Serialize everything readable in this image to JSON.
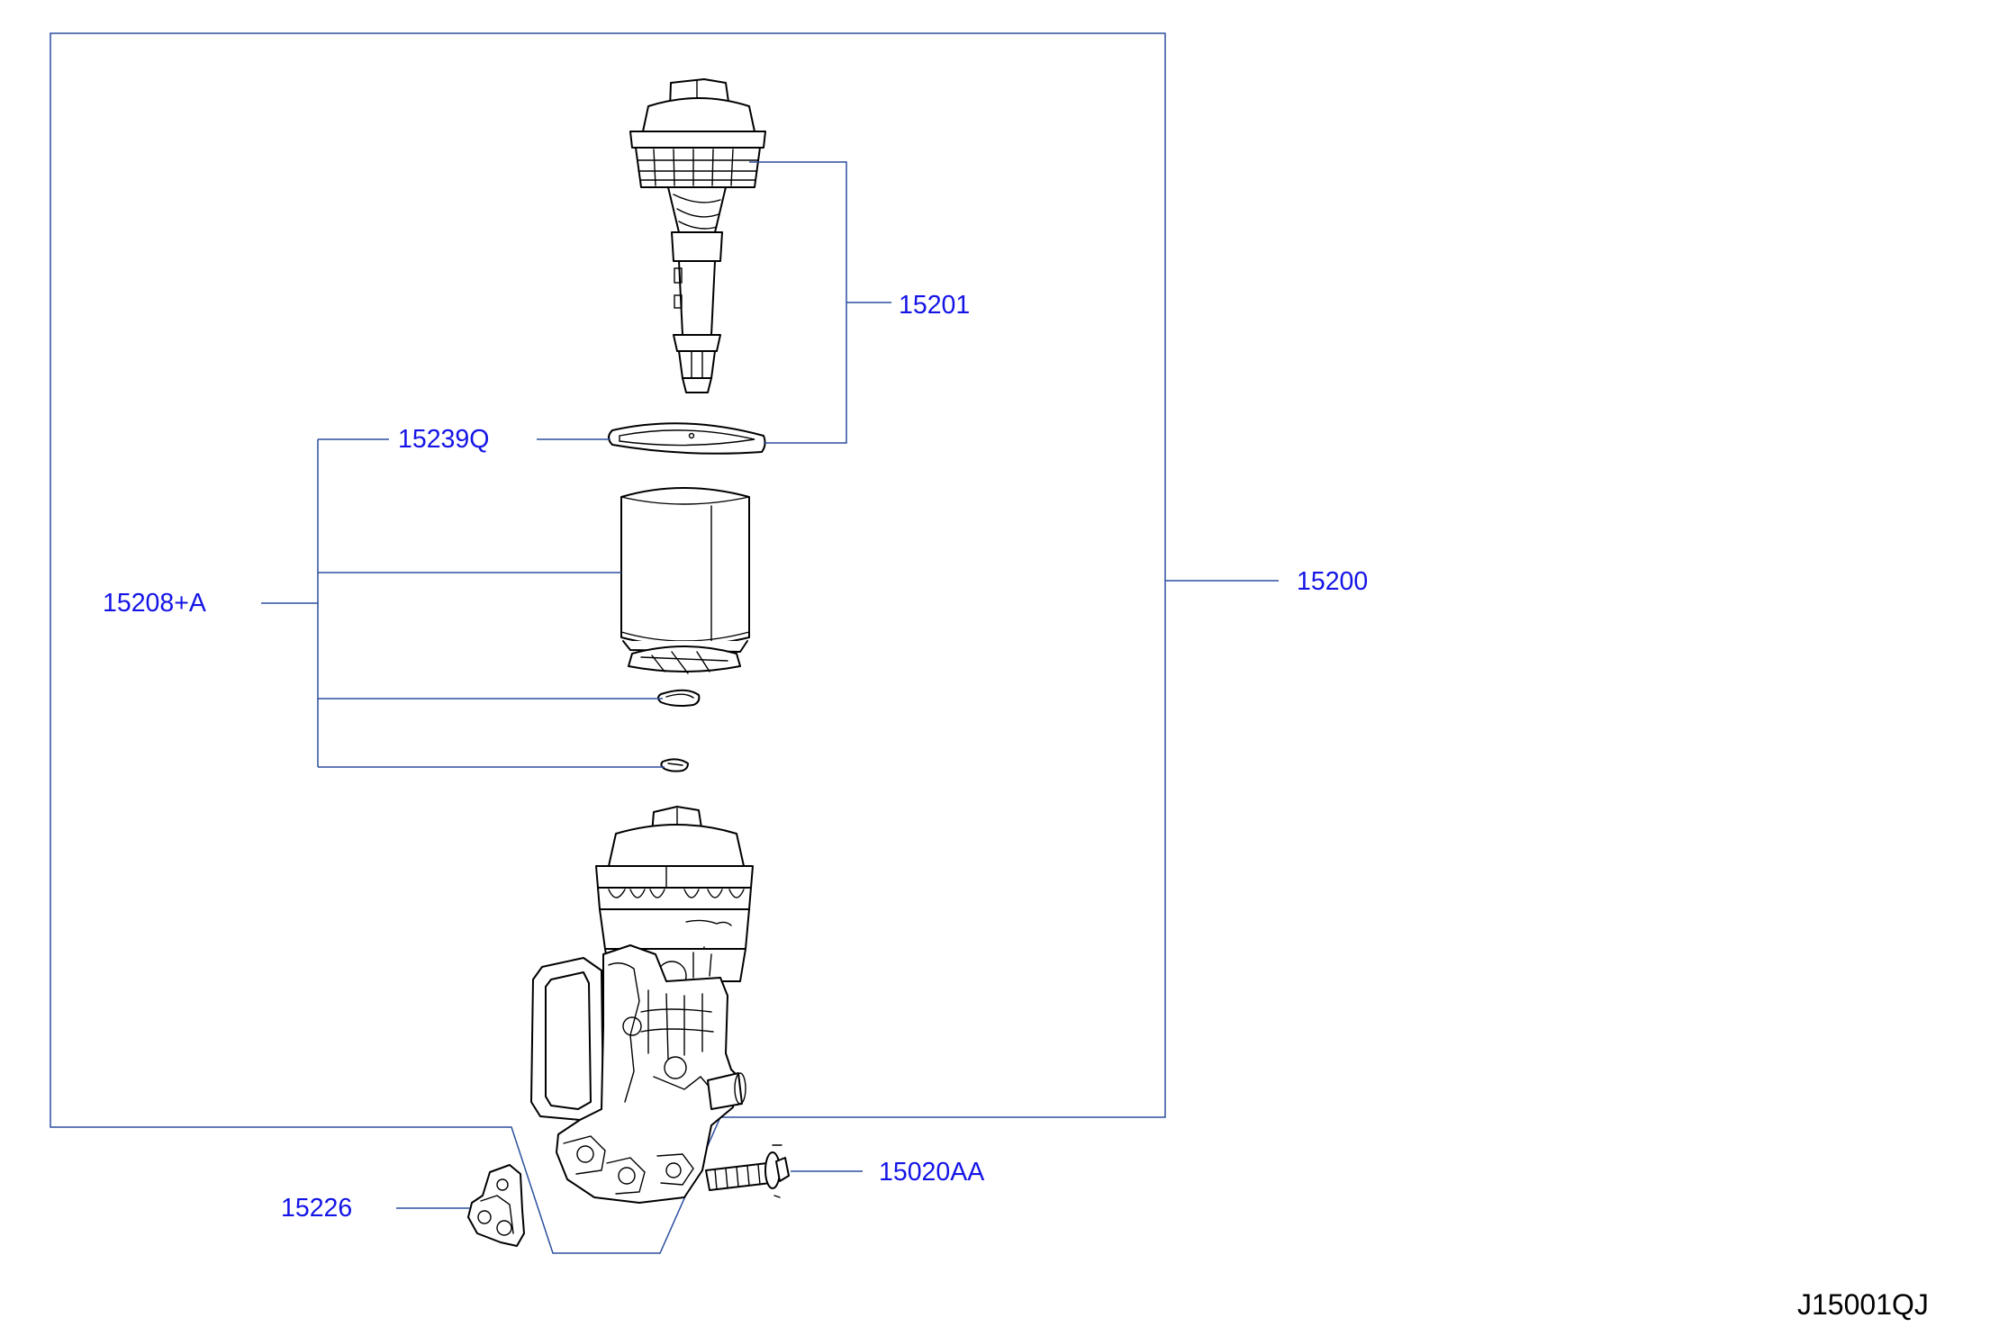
{
  "diagram": {
    "code": "J15001QJ",
    "colors": {
      "callout_text": "#1414e6",
      "leader_line": "#2b4f9e",
      "part_outline": "#000000",
      "background": "#ffffff"
    },
    "callouts": [
      {
        "id": "15201",
        "label": "15201"
      },
      {
        "id": "15239q",
        "label": "15239Q"
      },
      {
        "id": "15208a",
        "label": "15208+A"
      },
      {
        "id": "15200",
        "label": "15200"
      },
      {
        "id": "15226",
        "label": "15226"
      },
      {
        "id": "15020aa",
        "label": "15020AA"
      }
    ]
  }
}
